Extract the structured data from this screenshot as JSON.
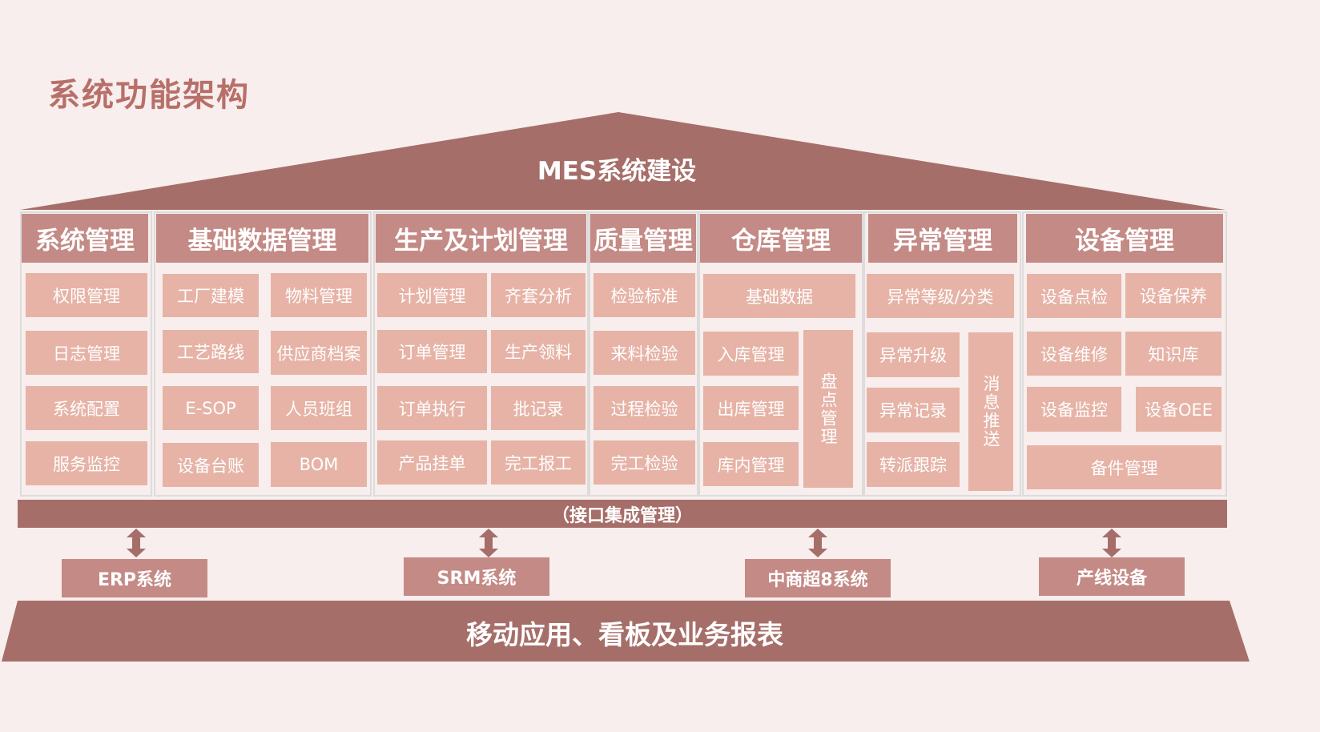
{
  "title": "系统功能架构",
  "roof": "MES系统建设",
  "modules": [
    {
      "name": "系统管理",
      "items": [
        "权限管理",
        "日志管理",
        "系统配置",
        "服务监控"
      ]
    },
    {
      "name": "基础数据管理",
      "items": [
        "工厂建模",
        "物料管理",
        "工艺路线",
        "供应商档案",
        "E-SOP",
        "人员班组",
        "设备台账",
        "BOM"
      ]
    },
    {
      "name": "生产及计划管理",
      "items": [
        "计划管理",
        "齐套分析",
        "订单管理",
        "生产领料",
        "订单执行",
        "批记录",
        "产品挂单",
        "完工报工"
      ]
    },
    {
      "name": "质量管理",
      "items": [
        "检验标准",
        "来料检验",
        "过程检验",
        "完工检验"
      ]
    },
    {
      "name": "仓库管理",
      "items": [
        "基础数据",
        "入库管理",
        "出库管理",
        "库内管理",
        "盘点管理"
      ]
    },
    {
      "name": "异常管理",
      "items": [
        "异常等级/分类",
        "异常升级",
        "异常记录",
        "转派跟踪",
        "消息推送"
      ]
    },
    {
      "name": "设备管理",
      "items": [
        "设备点检",
        "设备保养",
        "设备维修",
        "知识库",
        "设备监控",
        "设备OEE",
        "备件管理"
      ]
    }
  ],
  "interface_bar": "（接口集成管理）",
  "systems": [
    "ERP系统",
    "SRM系统",
    "中商超8系统",
    "产线设备"
  ],
  "base": "移动应用、看板及业务报表"
}
